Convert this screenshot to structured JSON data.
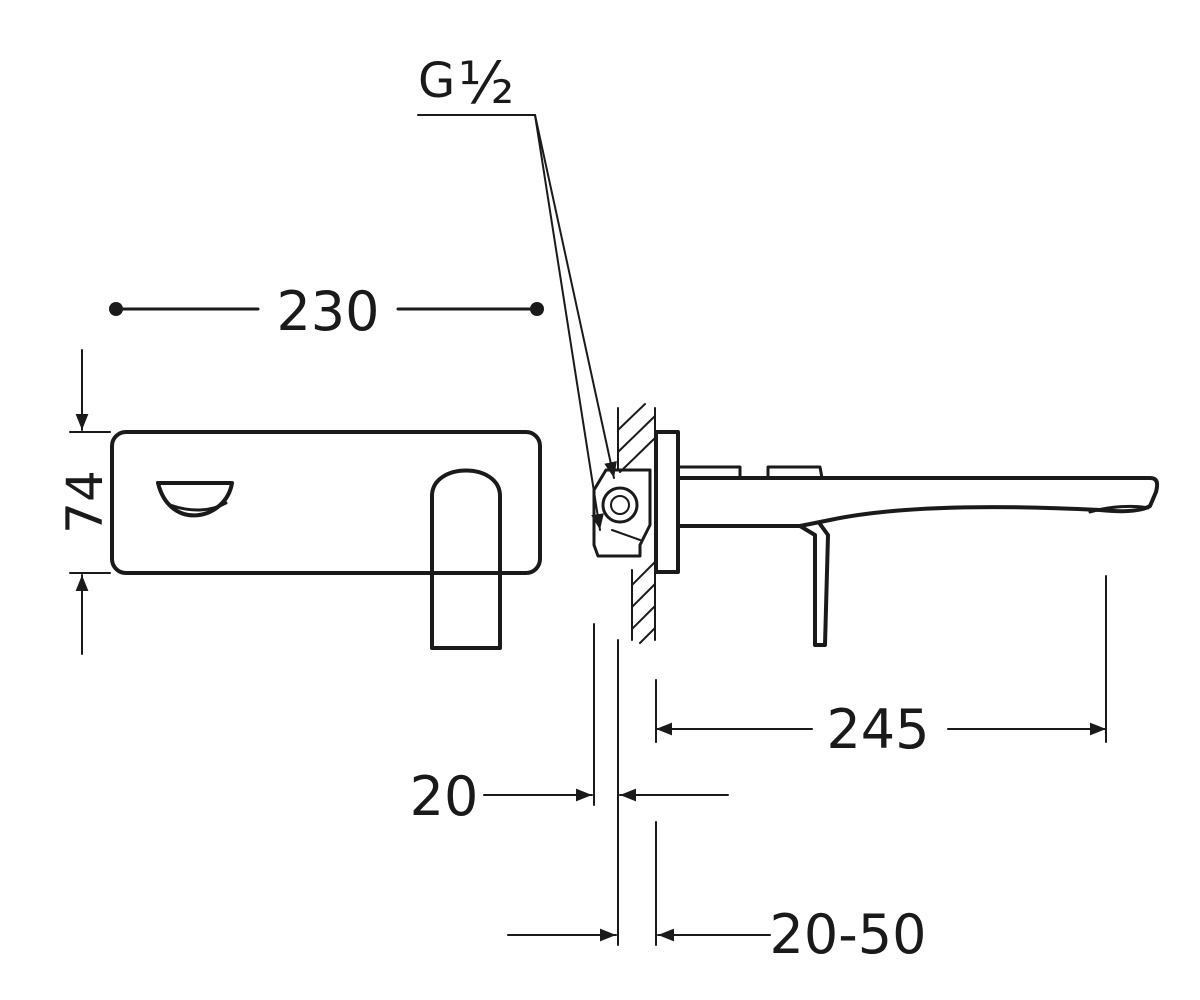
{
  "dimensions": {
    "thread": {
      "main": "G",
      "fraction": "½"
    },
    "panel_width": "230",
    "panel_height": "74",
    "spout_projection": "245",
    "body_depth": "20",
    "wall_range": "20-50"
  },
  "colors": {
    "line": "#1a1a1a",
    "background": "#ffffff"
  }
}
